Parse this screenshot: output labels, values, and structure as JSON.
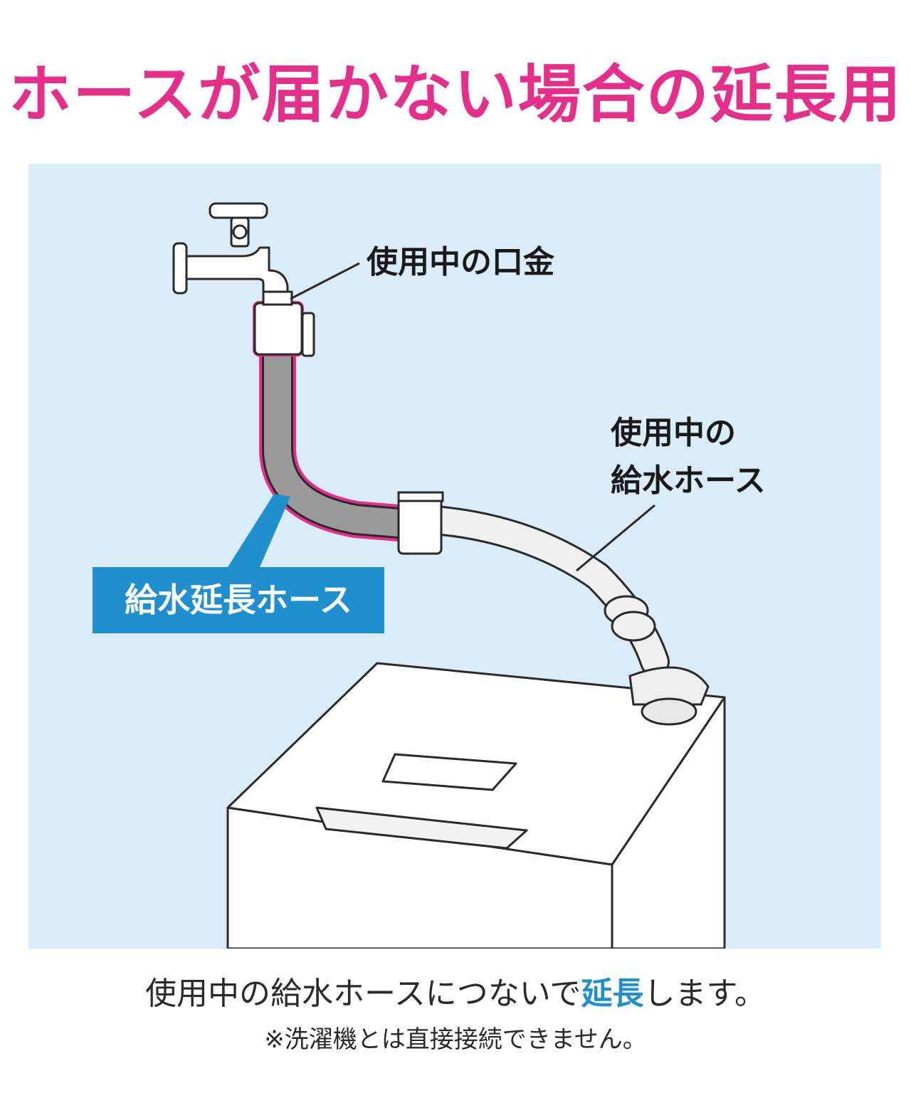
{
  "title": "ホースが届かない場合の延長用",
  "labels": {
    "fitting": "使用中の口金",
    "hose_line1": "使用中の",
    "hose_line2": "給水ホース",
    "extension": "給水延長ホース"
  },
  "footer": {
    "main_before": "使用中の給水ホースにつないで",
    "main_emphasis": "延長",
    "main_after": "します。",
    "note": "※洗濯機とは直接接続できません。"
  },
  "colors": {
    "title": "#e62e8b",
    "panel_background": "#d9ecf7",
    "callout_background": "#1f8fd0",
    "emphasis": "#1f8fd0",
    "highlight_outline": "#e62e8b",
    "hose_gray": "#9a9a9a",
    "line": "#2a2a2a"
  },
  "icons": [
    "faucet-icon",
    "washing-machine-icon",
    "hose-connector-icon"
  ]
}
